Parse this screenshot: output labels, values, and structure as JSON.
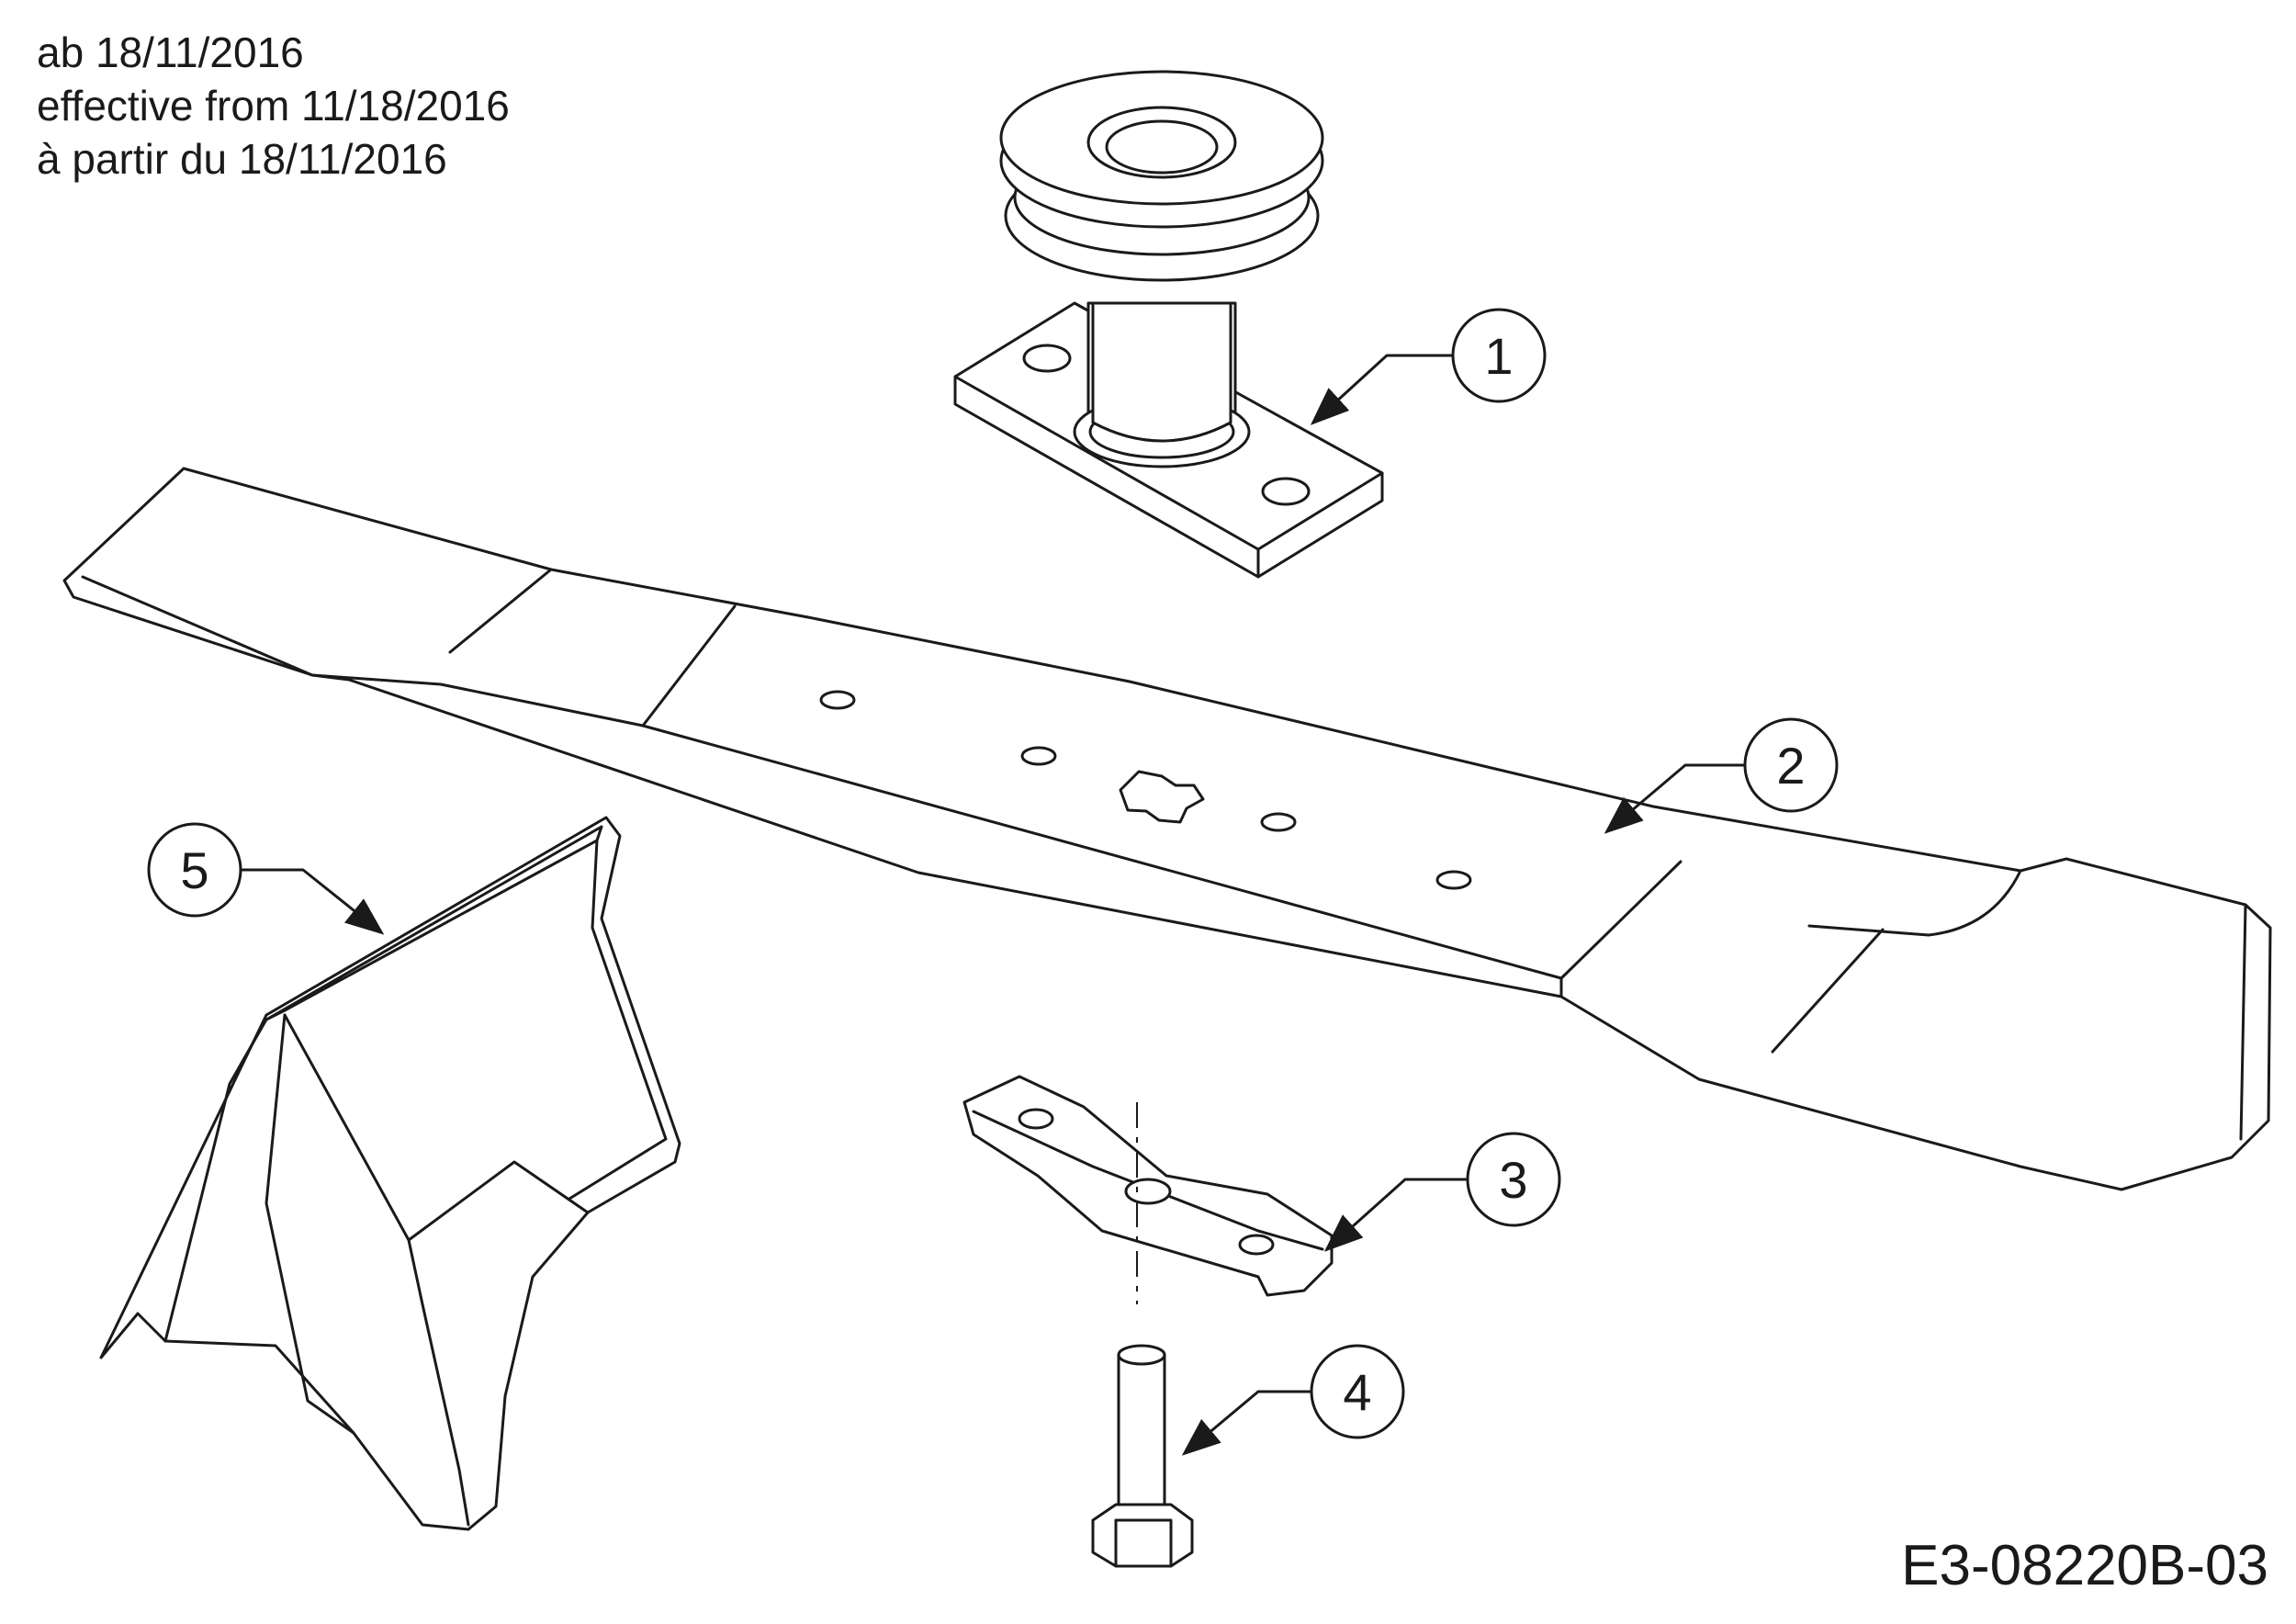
{
  "header": {
    "date_de": "ab 18/11/2016",
    "date_en": "effective from 11/18/2016",
    "date_fr": "à partir du 18/11/2016"
  },
  "document_code": "E3-08220B-03",
  "callouts": [
    {
      "number": "1",
      "part": "spindle-pulley-assembly"
    },
    {
      "number": "2",
      "part": "mower-blade"
    },
    {
      "number": "3",
      "part": "blade-adapter"
    },
    {
      "number": "4",
      "part": "hex-bolt"
    },
    {
      "number": "5",
      "part": "discharge-chute"
    }
  ],
  "colors": {
    "line": "#1a1a1a",
    "background": "#ffffff"
  }
}
